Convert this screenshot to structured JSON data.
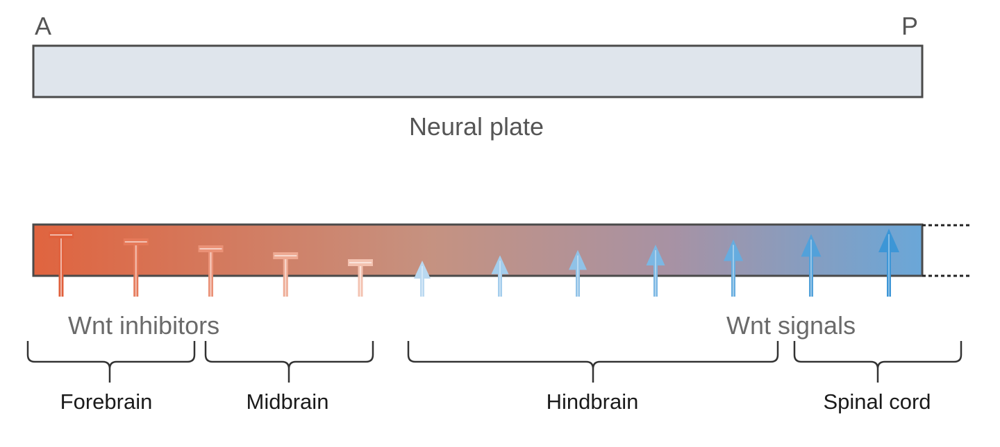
{
  "orientation": {
    "anterior": "A",
    "posterior": "P"
  },
  "neural_plate": {
    "label": "Neural plate",
    "fill_color": "#dfe5ec",
    "stroke_color": "#4a4a4a"
  },
  "gradient_bar": {
    "start_color": "#e0643f",
    "middle_color": "#b48a87",
    "end_color": "#6aa7d8"
  },
  "inhibitors": {
    "label": "Wnt inhibitors",
    "count": 5,
    "color": "#e0603c"
  },
  "signals": {
    "label": "Wnt signals",
    "count": 7,
    "start_color": "#b9d8f0",
    "end_color": "#3d96d6"
  },
  "regions": [
    {
      "label": "Forebrain"
    },
    {
      "label": "Midbrain"
    },
    {
      "label": "Hindbrain"
    },
    {
      "label": "Spinal cord"
    }
  ]
}
